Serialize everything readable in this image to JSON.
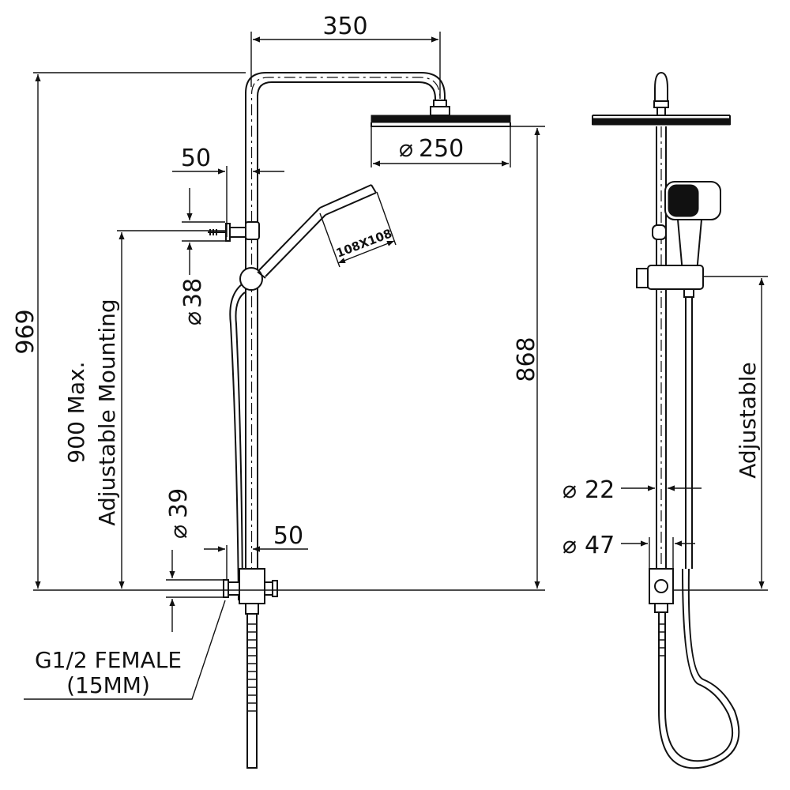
{
  "dimensions": {
    "arm_length": "350",
    "overall_height": "969",
    "head_diameter": "250",
    "head_height": "868",
    "wall_bracket_offset": "50",
    "hand_shower_size": "108X108",
    "bracket_diameter": "38",
    "mounting_max": "900 Max.",
    "mounting_label": "Adjustable Mounting",
    "outlet_diameter": "39",
    "outlet_offset": "50",
    "inlet_spec_line1": "G1/2 FEMALE",
    "inlet_spec_line2": "(15MM)",
    "rail_diameter": "22",
    "slider_diameter": "47",
    "adjustable_label": "Adjustable"
  },
  "symbols": {
    "diameter": "⌀"
  }
}
